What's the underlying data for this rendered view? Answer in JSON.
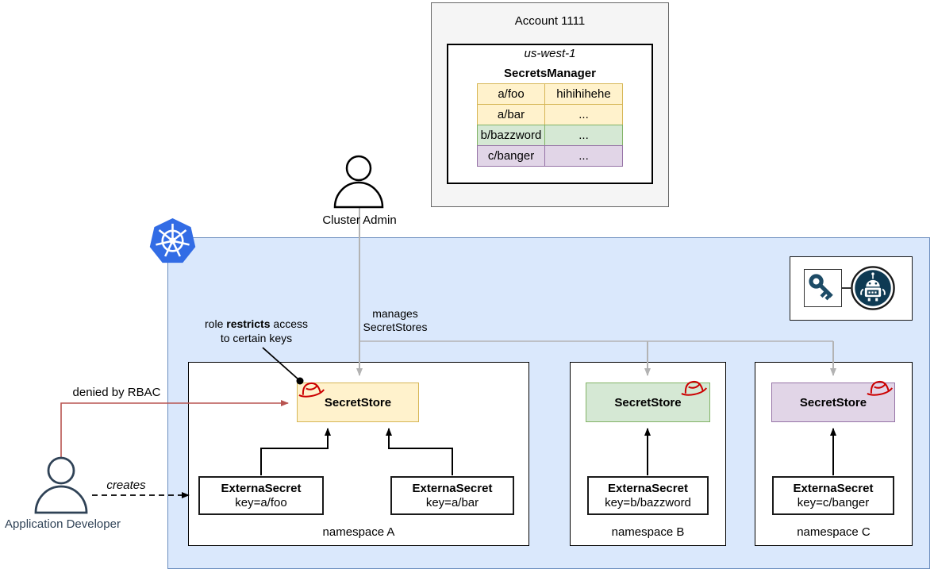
{
  "account": {
    "title": "Account 1111",
    "region": "us-west-1",
    "service": "SecretsManager",
    "secrets": [
      {
        "key": "a/foo",
        "value": "hihihihehe",
        "color": "#fff2cc"
      },
      {
        "key": "a/bar",
        "value": "...",
        "color": "#fff2cc"
      },
      {
        "key": "b/bazzword",
        "value": "...",
        "color": "#d5e8d4"
      },
      {
        "key": "c/banger",
        "value": "...",
        "color": "#e1d5e7"
      }
    ]
  },
  "actors": {
    "cluster_admin": "Cluster Admin",
    "application_developer": "Application Developer"
  },
  "annotations": {
    "manages_line1": "manages",
    "manages_line2": "SecretStores",
    "role_pre": "role ",
    "role_bold": "restricts",
    "role_post": " access",
    "role_line2": "to certain keys",
    "denied": "denied by RBAC",
    "creates": "creates"
  },
  "cluster": {
    "namespaces": [
      {
        "name": "namespace A",
        "store_label": "SecretStore",
        "external_secrets": [
          {
            "title": "ExternaSecret",
            "key": "key=a/foo"
          },
          {
            "title": "ExternaSecret",
            "key": "key=a/bar"
          }
        ]
      },
      {
        "name": "namespace B",
        "store_label": "SecretStore",
        "external_secrets": [
          {
            "title": "ExternaSecret",
            "key": "key=b/bazzword"
          }
        ]
      },
      {
        "name": "namespace C",
        "store_label": "SecretStore",
        "external_secrets": [
          {
            "title": "ExternaSecret",
            "key": "key=c/banger"
          }
        ]
      }
    ]
  },
  "colors": {
    "yellow_fill": "#fff2cc",
    "yellow_border": "#d6b656",
    "green_fill": "#d5e8d4",
    "green_border": "#82b366",
    "purple_fill": "#e1d5e7",
    "purple_border": "#9673a6",
    "cluster_fill": "#dae8fc",
    "cluster_border": "#6c8ebf",
    "kubernetes_blue": "#326ce5",
    "redhat_red": "#cc0000",
    "denied_red": "#b85450",
    "gray_arrow": "#b3b3b3",
    "account_fill": "#f5f5f5"
  }
}
